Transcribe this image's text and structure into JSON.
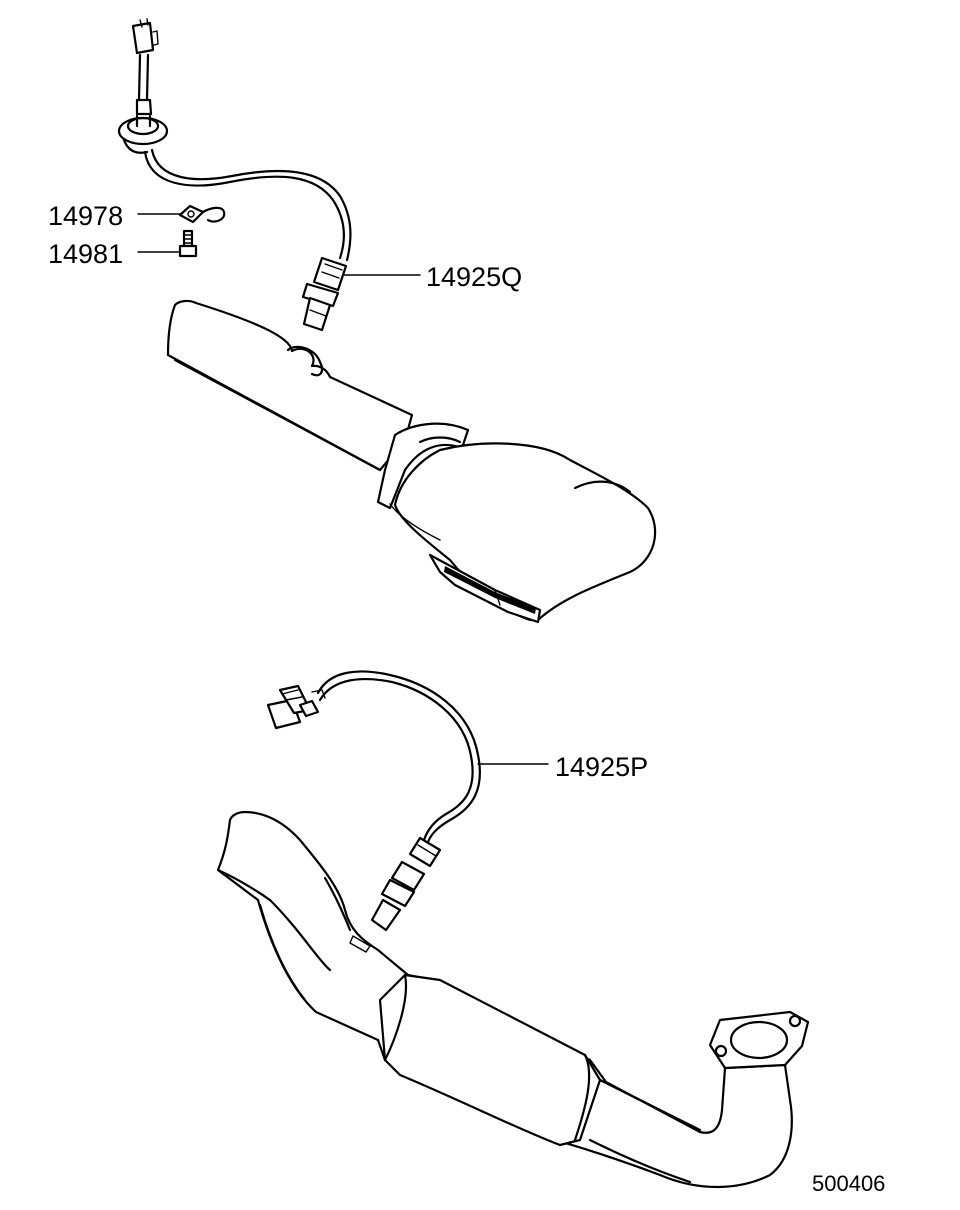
{
  "callouts": {
    "clamp": "14978",
    "bolt": "14981",
    "front_sensor": "14925Q",
    "rear_sensor": "14925P"
  },
  "diagram_code": "500406"
}
